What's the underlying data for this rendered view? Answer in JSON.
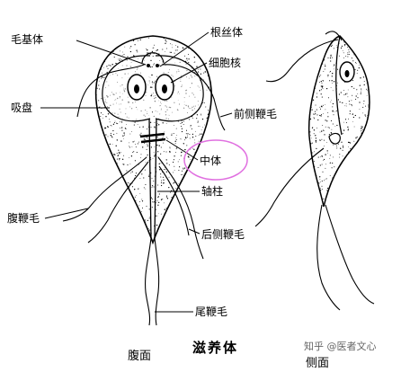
{
  "labels": {
    "basal_body": "毛基体",
    "median_body_rod": "根丝体",
    "nucleus": "细胞核",
    "sucking_disc": "吸盘",
    "anterior_flagella": "前侧鞭毛",
    "median_body": "中体",
    "axostyle": "轴柱",
    "ventral_flagella": "腹鞭毛",
    "posterior_flagella": "后侧鞭毛",
    "caudal_flagella": "尾鞭毛"
  },
  "captions": {
    "ventral_view": "腹面",
    "title": "滋养体",
    "side_view": "侧面"
  },
  "watermark": "知乎 @医者文心",
  "colors": {
    "highlight": "#e070e0",
    "ink": "#000000",
    "watermark": "#666666"
  }
}
